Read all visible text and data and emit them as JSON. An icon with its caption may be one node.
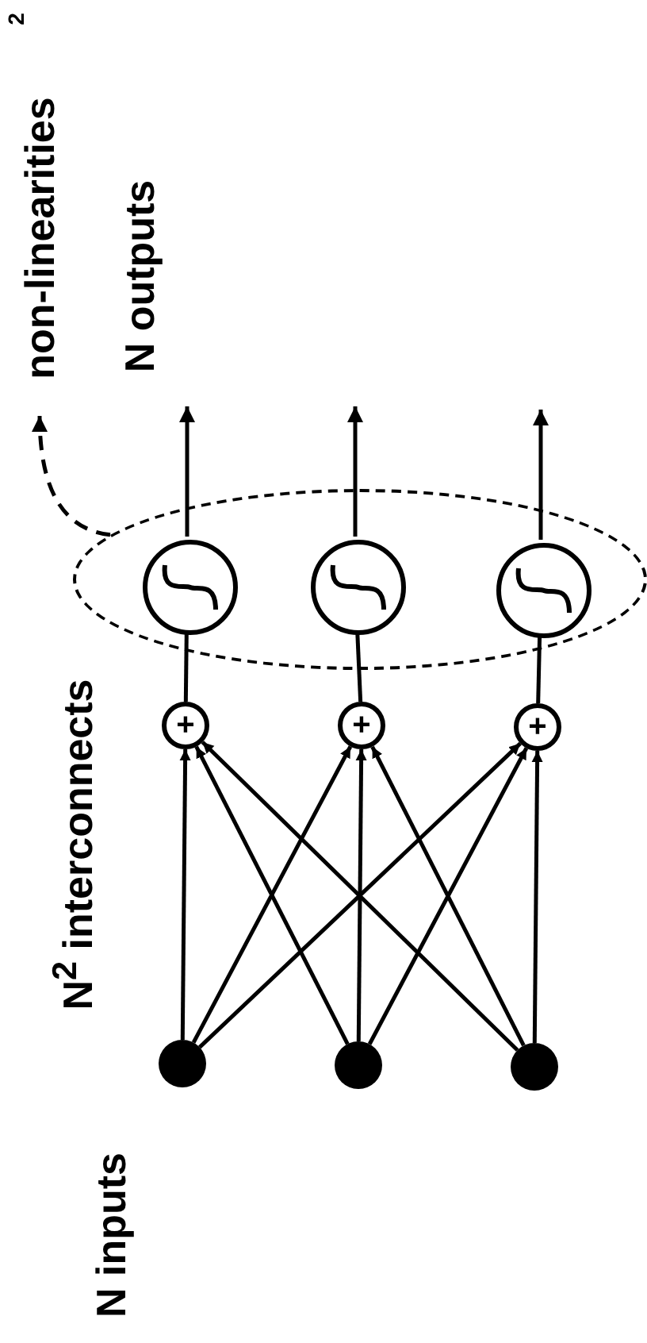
{
  "diagram": {
    "nodes": [
      {
        "text": [
          "non-linearities"
        ]
      },
      {
        "text": [],
        "shape": "ellipse"
      },
      {
        "text": [],
        "shape": "circle",
        "in": 1
      },
      {
        "text": [],
        "shape": "circle",
        "in": 1
      },
      {
        "text": [],
        "shape": "circle",
        "in": 1
      },
      {
        "text": [
          "+"
        ]
      },
      {
        "text": [
          "+"
        ]
      },
      {
        "text": [
          "+"
        ]
      },
      {
        "text": [],
        "shape": "circle"
      },
      {
        "text": [],
        "shape": "circle"
      },
      {
        "text": [],
        "shape": "circle"
      }
    ],
    "edges": [
      {
        "from": 1,
        "to": 0,
        "arrow": "to",
        "style": "dashed"
      },
      {
        "from": 2,
        "to": null,
        "arrow": "to"
      },
      {
        "from": 3,
        "to": null,
        "arrow": "to"
      },
      {
        "from": 4,
        "to": null,
        "arrow": "to"
      },
      {
        "from": 5,
        "to": 2,
        "arrow": "none"
      },
      {
        "from": 6,
        "to": 3,
        "arrow": "none"
      },
      {
        "from": 7,
        "to": 4,
        "arrow": "none"
      },
      {
        "from": 8,
        "to": 5,
        "arrow": "to"
      },
      {
        "from": 8,
        "to": 6,
        "arrow": "to"
      },
      {
        "from": 8,
        "to": 7,
        "arrow": "to"
      },
      {
        "from": 9,
        "to": 5,
        "arrow": "to"
      },
      {
        "from": 9,
        "to": 6,
        "arrow": "to"
      },
      {
        "from": 9,
        "to": 7,
        "arrow": "to"
      },
      {
        "from": 10,
        "to": 5,
        "arrow": "to"
      },
      {
        "from": 10,
        "to": 6,
        "arrow": "to"
      },
      {
        "from": 10,
        "to": 7,
        "arrow": "to"
      }
    ],
    "labels": [
      "2",
      "N outputs",
      "N$^{2}$ interconnects",
      "N inputs"
    ]
  }
}
